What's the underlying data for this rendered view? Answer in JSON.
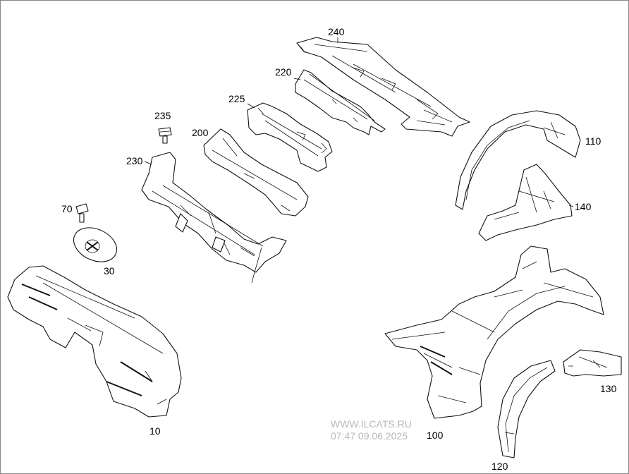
{
  "diagram": {
    "callouts": {
      "p240": "240",
      "p220": "220",
      "p225": "225",
      "p235": "235",
      "p200": "200",
      "p230": "230",
      "p70": "70",
      "p30": "30",
      "p10": "10",
      "p110": "110",
      "p140": "140",
      "p100": "100",
      "p130": "130",
      "p120": "120"
    }
  },
  "watermark": {
    "site": "WWW.ILCATS.RU",
    "timestamp": "07:47 09.06.2025"
  },
  "colors": {
    "line": "#111111",
    "background": "#ffffff",
    "watermark": "#b8b8b8"
  }
}
